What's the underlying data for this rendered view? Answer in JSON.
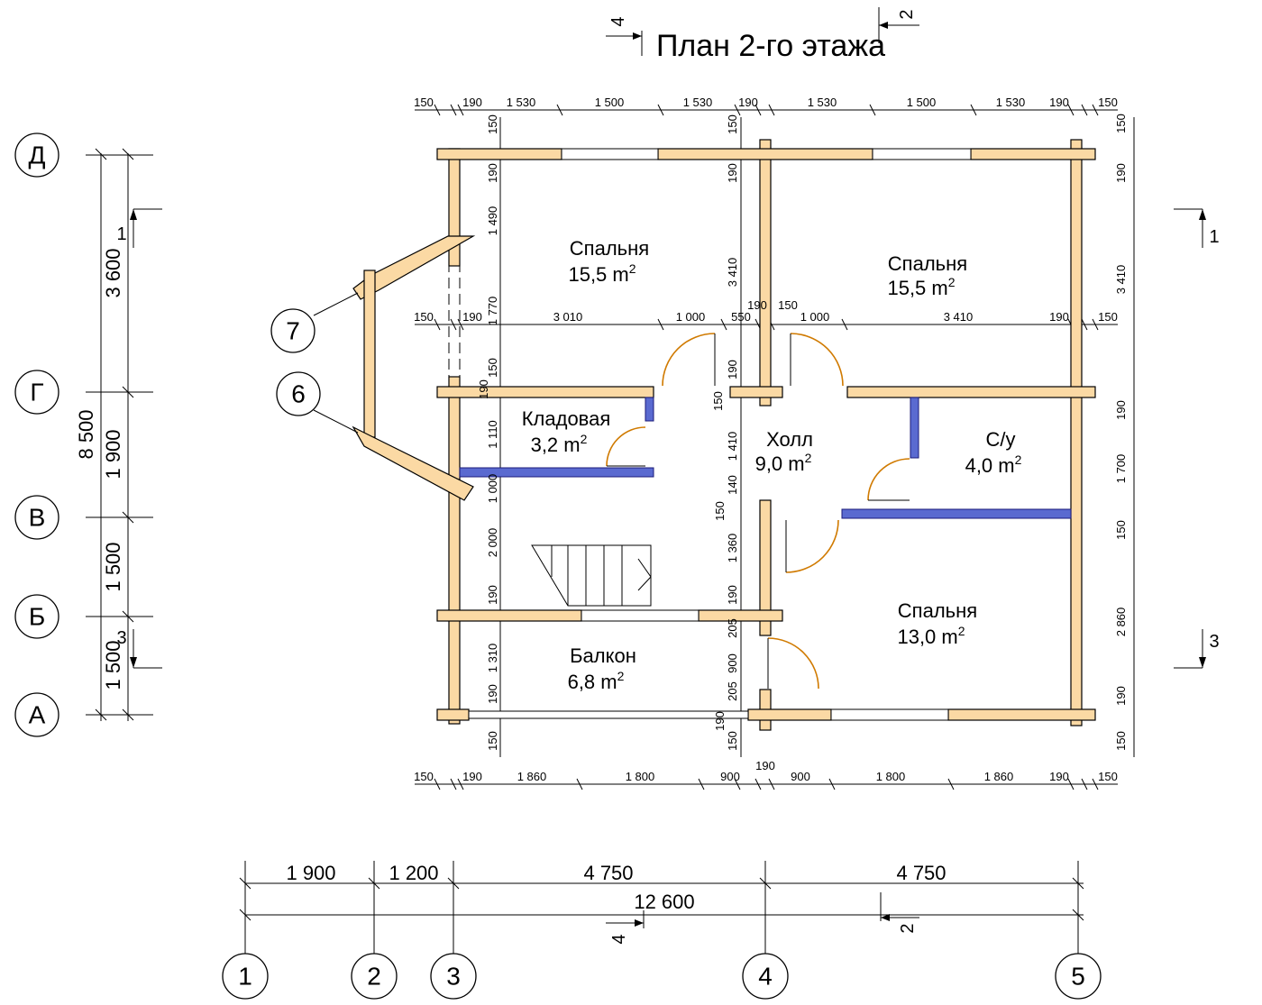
{
  "title": "План 2-го этажа",
  "rooms": [
    {
      "name": "Спальня",
      "area": "15,5 m",
      "sup": "2"
    },
    {
      "name": "Спальня",
      "area": "15,5 m",
      "sup": "2"
    },
    {
      "name": "Кладовая",
      "area": "3,2 m",
      "sup": "2"
    },
    {
      "name": "Холл",
      "area": "9,0 m",
      "sup": "2"
    },
    {
      "name": "С/у",
      "area": "4,0 m",
      "sup": "2"
    },
    {
      "name": "Балкон",
      "area": "6,8 m",
      "sup": "2"
    },
    {
      "name": "Спальня",
      "area": "13,0 m",
      "sup": "2"
    }
  ],
  "dims": {
    "top": [
      "150",
      "190",
      "1 530",
      "1 500",
      "1 530",
      "190",
      "1 530",
      "1 500",
      "1 530",
      "190",
      "150"
    ],
    "middle_left": [
      "150",
      "190",
      "3 010",
      "1 000",
      "550"
    ],
    "middle_center": [
      "190",
      "150",
      "1 000"
    ],
    "middle_right": [
      "3 410",
      "190",
      "150"
    ],
    "bottom": [
      "150",
      "190",
      "1 860",
      "1 800",
      "900",
      "190",
      "900",
      "1 800",
      "1 860",
      "190",
      "150"
    ],
    "left_col_a": [
      "150",
      "190",
      "1 490",
      "1 770",
      "150",
      "190",
      "1 110",
      "1 000",
      "2 000",
      "190",
      "1 310",
      "190",
      "150"
    ],
    "left_col_b": [
      "150",
      "190",
      "3 410",
      "190",
      "150",
      "1 410",
      "140",
      "150",
      "1 360",
      "190",
      "205",
      "900",
      "205",
      "190",
      "150"
    ],
    "right_col": [
      "150",
      "190",
      "3 410",
      "190",
      "1 700",
      "150",
      "2 860",
      "190",
      "150"
    ],
    "left_outer": [
      "3 600",
      "8 500",
      "1 900",
      "1 500",
      "1 500"
    ],
    "bottom_spans": [
      "1 900",
      "1 200",
      "4 750",
      "4 750"
    ],
    "bottom_total": "12 600"
  },
  "axes_rows": [
    "Д",
    "Г",
    "В",
    "Б",
    "А"
  ],
  "axes_cols": [
    "1",
    "2",
    "3",
    "4",
    "5"
  ],
  "axes_bay": [
    "7",
    "6"
  ],
  "sections": [
    "1",
    "2",
    "3",
    "4"
  ]
}
